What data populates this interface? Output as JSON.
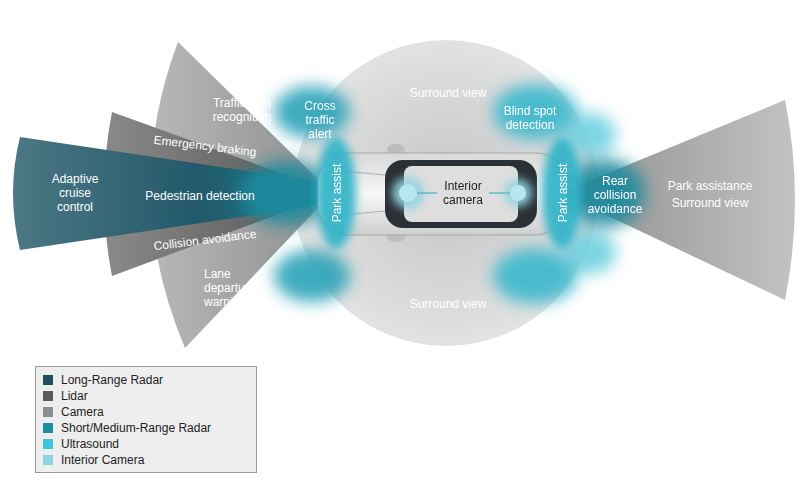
{
  "diagram": {
    "labels": [
      "Adaptive cruise control",
      "Emergency braking",
      "Pedestrian detection",
      "Collision avoidance",
      "Traffic sign recognition",
      "Lane departure warning",
      "Cross traffic alert",
      "Park assist",
      "Surround view",
      "Surround view",
      "Blind spot detection",
      "Interior camera",
      "Park assist",
      "Rear collision avoidance",
      "Park assistance",
      "Surround view"
    ],
    "legend": [
      {
        "text": "Long-Range Radar",
        "color": "#1f4e5f"
      },
      {
        "text": "Lidar",
        "color": "#5c5c5c"
      },
      {
        "text": "Camera",
        "color": "#8a8f94"
      },
      {
        "text": "Short/Medium-Range Radar",
        "color": "#1d8a9e"
      },
      {
        "text": "Ultrasound",
        "color": "#3ec7dc"
      },
      {
        "text": "Interior Camera",
        "color": "#8fd3e0"
      }
    ]
  }
}
